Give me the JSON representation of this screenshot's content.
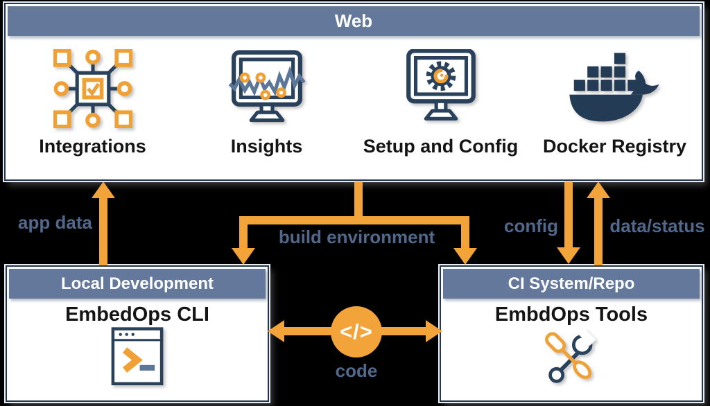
{
  "colors": {
    "background": "#000000",
    "header_bar": "#64789B",
    "panel_border": "#223650",
    "panel_fill": "#FFFFFF",
    "header_text": "#FFFFFF",
    "item_text": "#141414",
    "arrow_orange": "#F2A43B",
    "flow_label_text": "#50688C",
    "icon_navy": "#2A415C",
    "icon_orange": "#F0A136",
    "icon_slate": "#5C7698",
    "docker_navy": "#243B55"
  },
  "web": {
    "title": "Web",
    "items": [
      {
        "label": "Integrations",
        "icon": "integrations-icon"
      },
      {
        "label": "Insights",
        "icon": "insights-icon"
      },
      {
        "label": "Setup and Config",
        "icon": "setup-and-config-icon"
      },
      {
        "label": "Docker Registry",
        "icon": "docker-whale-icon"
      }
    ]
  },
  "local_development": {
    "title": "Local Development",
    "subtitle": "EmbedOps CLI",
    "icon": "terminal-icon"
  },
  "ci_system": {
    "title": "CI System/Repo",
    "subtitle": "EmbdOps Tools",
    "icon": "tools-icon"
  },
  "flows": {
    "app_data": {
      "label": "app data",
      "direction": "up",
      "from": "Local Development",
      "to": "Web"
    },
    "build_environment": {
      "label": "build environment",
      "direction": "down-branch",
      "from": "Web",
      "to": "Local Development + CI System/Repo"
    },
    "config": {
      "label": "config",
      "direction": "down",
      "from": "Web",
      "to": "CI System/Repo"
    },
    "data_status": {
      "label": "data/status",
      "direction": "up",
      "from": "CI System/Repo",
      "to": "Web"
    },
    "code": {
      "label": "code",
      "direction": "bidirectional",
      "badge_glyph": "</>"
    }
  }
}
